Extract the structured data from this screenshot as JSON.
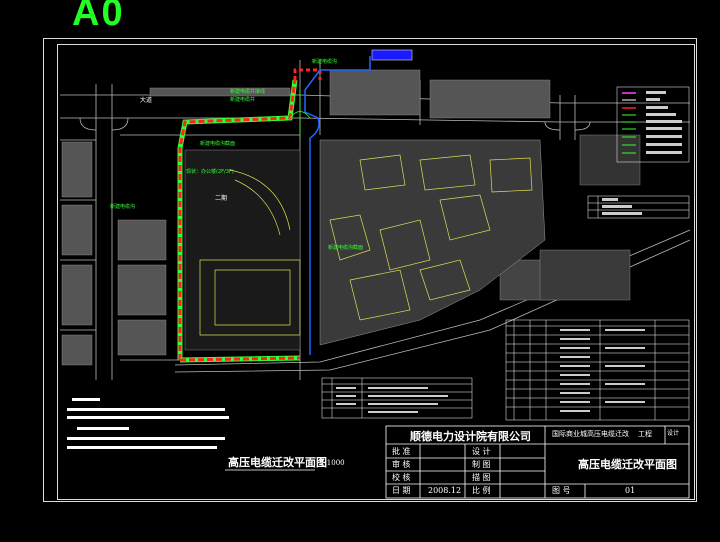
{
  "sheet_tag": "A0",
  "drawing": {
    "title": "高压电缆迁改平面图",
    "scale": "1:1000"
  },
  "title_block": {
    "company": "顺德电力设计院有限公司",
    "project": "国际商业城高压电缆迁改",
    "phase_label": "工程",
    "phase_value": "设计",
    "approve_label": "批 准",
    "review_label": "审 核",
    "check_label": "校 核",
    "date_label": "日 期",
    "date_value": "2008.12",
    "design_label": "设 计",
    "draw_label": "制 图",
    "proof_label": "描 图",
    "ratio_label": "比 例",
    "drawing_name": "高压电缆迁改平面图",
    "sheet_no_label": "图 号",
    "sheet_no_value": "01"
  },
  "plan_labels": {
    "top_callout": "新建电缆沟",
    "callout_1": "新建电缆井接线",
    "callout_2": "新建电缆井",
    "callout_3": "新建电缆沟截面",
    "callout_4": "现状：办公楼(2F/3F)",
    "callout_5": "新建电缆沟",
    "block_label": "二期",
    "road_label": "大道"
  },
  "colors": {
    "background": "#000000",
    "frame": "#dddddd",
    "new_route": "#ff2222",
    "route_green": "#33ff33",
    "route_blue": "#2266ff",
    "building": "#dddd55",
    "road": "#cccccc"
  }
}
